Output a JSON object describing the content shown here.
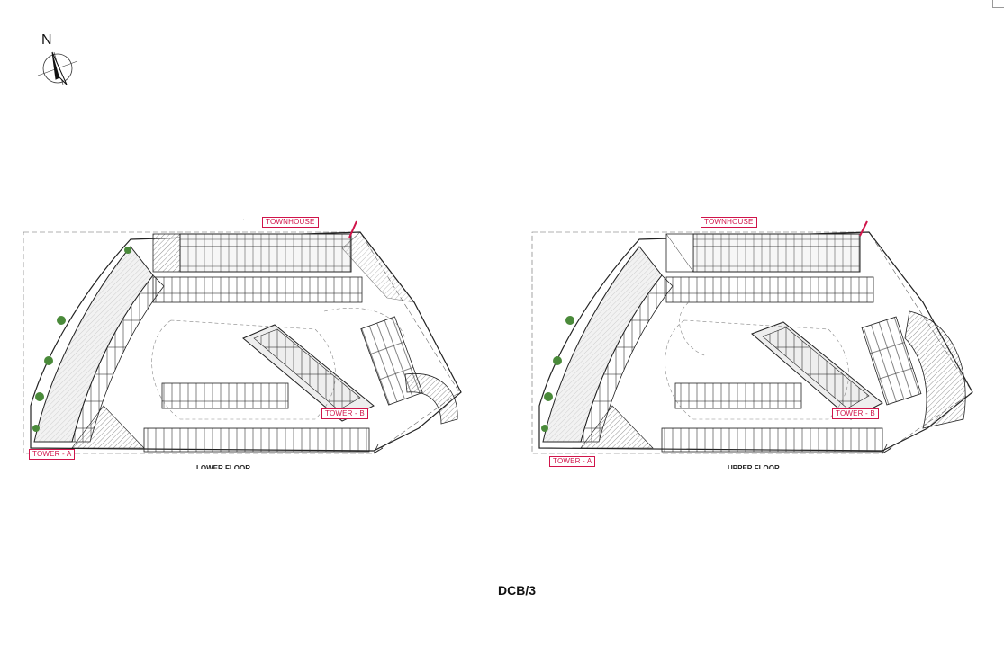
{
  "sheet_number": "DCB/3",
  "north_label": "N",
  "plans": [
    {
      "caption": "LOWER FLOOR",
      "labels": {
        "townhouse": "TOWNHOUSE",
        "tower_a": "TOWER - A",
        "tower_b": "TOWER - B"
      }
    },
    {
      "caption": "UPPER FLOOR",
      "labels": {
        "townhouse": "TOWNHOUSE",
        "tower_a": "TOWER - A",
        "tower_b": "TOWER - B"
      }
    }
  ],
  "colors": {
    "tag_red": "#d0144a",
    "line": "#222222",
    "hatch": "#555555",
    "green": "#4a8a3a"
  }
}
